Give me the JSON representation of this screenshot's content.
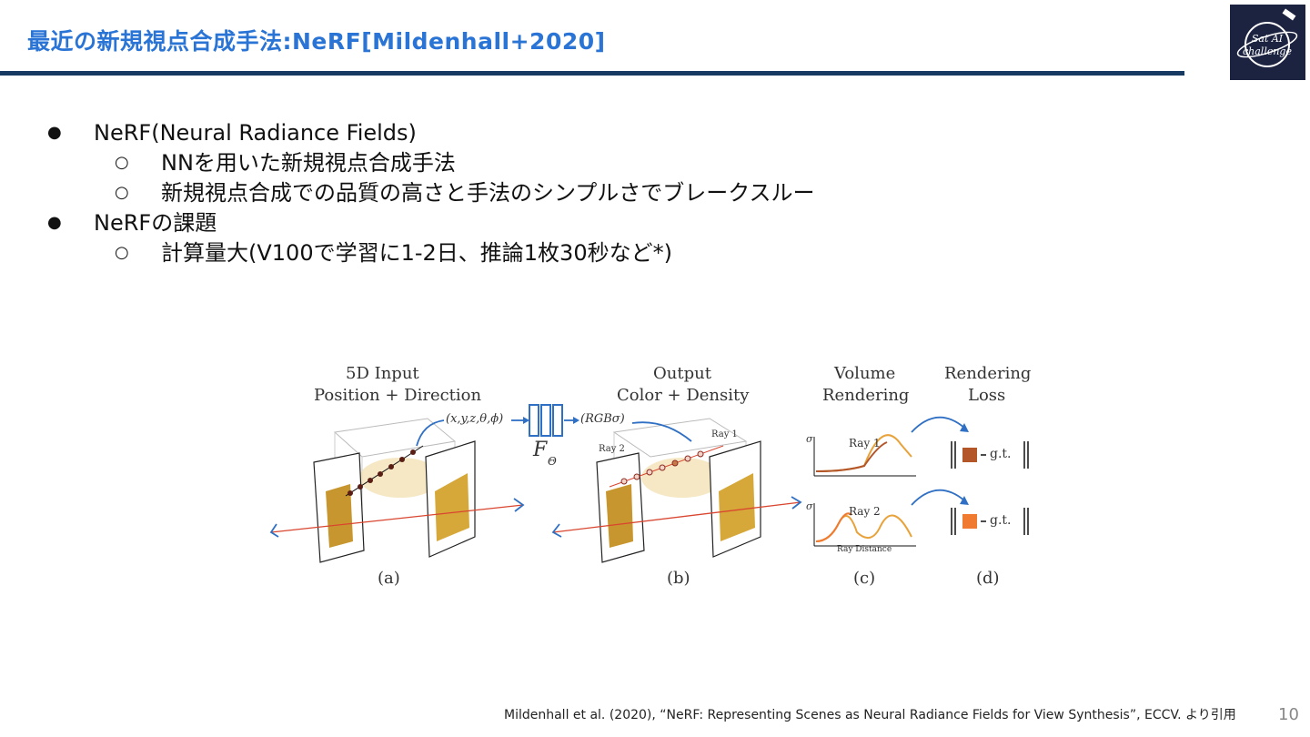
{
  "slide": {
    "title": "最近の新規視点合成手法:NeRF[Mildenhall+2020]",
    "logo_text": "SatAI Challenge",
    "page_number": "10",
    "citation": "Mildenhall et al. (2020), “NeRF: Representing Scenes as Neural Radiance Fields for View Synthesis”, ECCV. より引用"
  },
  "bullets": [
    {
      "level": 1,
      "marker": "●",
      "text": "NeRF(Neural Radiance Fields)"
    },
    {
      "level": 2,
      "marker": "○",
      "text": "NNを用いた新規視点合成手法"
    },
    {
      "level": 2,
      "marker": "○",
      "text": "新規視点合成での品質の高さと手法のシンプルさでブレークスルー"
    },
    {
      "level": 1,
      "marker": "●",
      "text": "NeRFの課題"
    },
    {
      "level": 2,
      "marker": "○",
      "text": "計算量大(V100で学習に1-2日、推論1枚30秒など*)"
    }
  ],
  "figure": {
    "panel_a_title_1": "5D Input",
    "panel_a_title_2": "Position + Direction",
    "panel_b_title_1": "Output",
    "panel_b_title_2": "Color + Density",
    "panel_c_title_1": "Volume",
    "panel_c_title_2": "Rendering",
    "panel_d_title_1": "Rendering",
    "panel_d_title_2": "Loss",
    "input_tuple": "(x,y,z,θ,ϕ)",
    "output_tuple": "(RGBσ)",
    "network_label": "F",
    "network_sub": "Θ",
    "ray1": "Ray 1",
    "ray2": "Ray 2",
    "sigma": "σ",
    "ray_distance": "Ray Distance",
    "gt1": "g.t.",
    "gt2": "g.t.",
    "label_a": "(a)",
    "label_b": "(b)",
    "label_c": "(c)",
    "label_d": "(d)",
    "colors": {
      "arrow_blue": "#2f6fc4",
      "ray_red": "#d9452f",
      "curve_orange": "#e8a23a",
      "square1": "#b3562a",
      "square2": "#f07a30"
    }
  }
}
